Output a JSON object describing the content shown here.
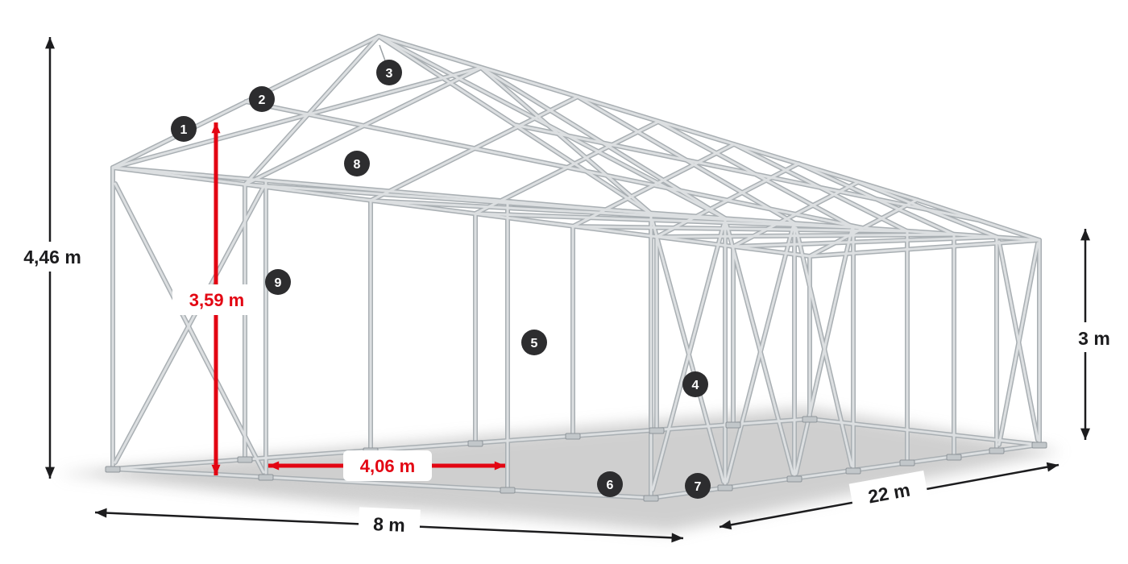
{
  "diagram": {
    "dimensions": {
      "total_height": "4,46 m",
      "clearance_height": "3,59 m",
      "side_height": "3 m",
      "width": "8 m",
      "length": "22 m",
      "entrance_width": "4,06 m"
    },
    "badges": [
      "1",
      "2",
      "3",
      "4",
      "5",
      "6",
      "7",
      "8",
      "9"
    ],
    "colors": {
      "accent_red": "#e30613",
      "dimension_text": "#1c1c1e",
      "badge_background": "#2d2d2f",
      "frame_dark": "#a9afb3",
      "frame_light": "#dcdfe1"
    }
  }
}
